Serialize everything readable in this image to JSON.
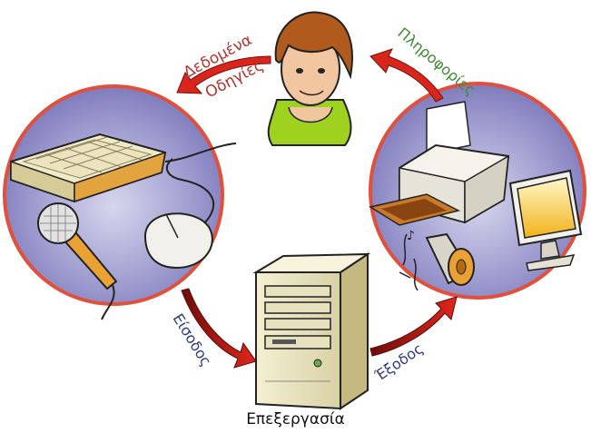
{
  "labels": {
    "data": "Δεδομένα",
    "instructions": "Οδηγίες",
    "information": "Πληροφορίες",
    "input": "Είσοδος",
    "output": "Έξοδος",
    "processing": "Επεξεργασία"
  },
  "colors": {
    "data_text": "#b8322a",
    "instructions_text": "#b8322a",
    "information_text": "#3c8d2f",
    "input_text": "#2e3a8c",
    "output_text": "#2e3a8c",
    "arrow_red": "#d9261c",
    "circle_fill": "#8e8cc6",
    "circle_ring": "#e24f3b"
  },
  "icons": [
    "person-icon",
    "keyboard-icon",
    "microphone-icon",
    "mouse-icon",
    "computer-tower-icon",
    "printer-icon",
    "monitor-icon",
    "speaker-icon"
  ]
}
